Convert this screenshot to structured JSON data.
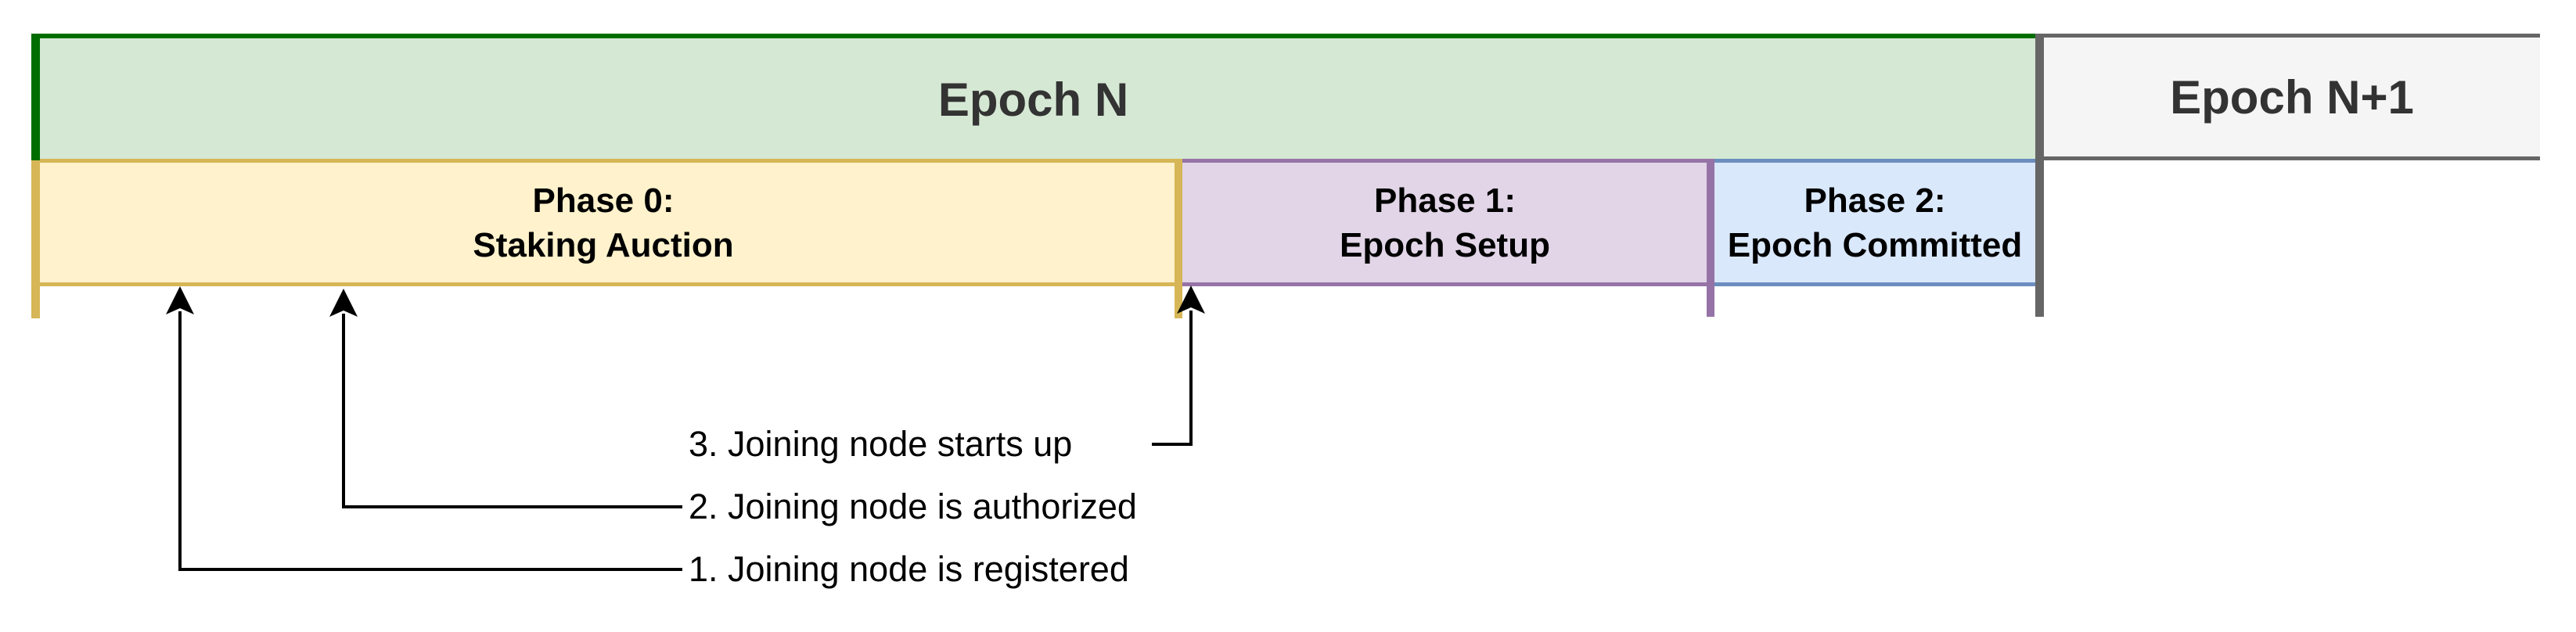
{
  "epochs": [
    {
      "label": "Epoch N",
      "fill_color": "#d5e8d4",
      "border_color": "#006d00"
    },
    {
      "label": "Epoch N+1",
      "fill_color": "#f5f5f5",
      "border_color": "#666666"
    }
  ],
  "phases": [
    {
      "title": "Phase 0:",
      "subtitle": "Staking Auction",
      "fill_color": "#fff2cc",
      "border_color": "#d6b656"
    },
    {
      "title": "Phase 1:",
      "subtitle": "Epoch Setup",
      "fill_color": "#e1d5e7",
      "border_color": "#9673a6"
    },
    {
      "title": "Phase 2:",
      "subtitle": "Epoch Committed",
      "fill_color": "#dae8fc",
      "border_color": "#6c8ebf"
    }
  ],
  "annotations": [
    {
      "label": "1. Joining node is registered"
    },
    {
      "label": "2. Joining node is authorized"
    },
    {
      "label": "3. Joining node starts up"
    }
  ],
  "colors": {
    "epoch_boundary_line": "#666666",
    "arrow": "#000000",
    "epoch_label_text": "#333333",
    "phase_label_text": "#000000",
    "background": "#ffffff"
  }
}
